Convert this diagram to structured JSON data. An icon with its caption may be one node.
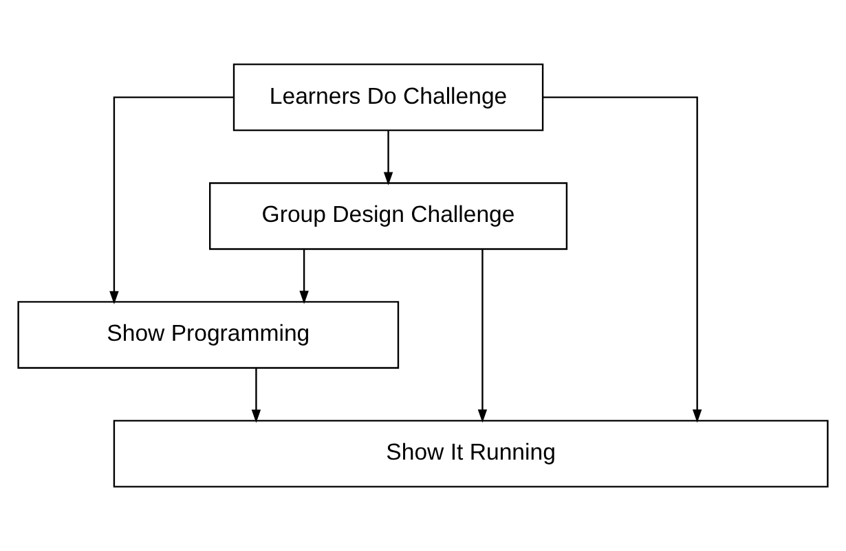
{
  "diagram": {
    "nodes": [
      {
        "text": [
          "Learners Do Challenge"
        ]
      },
      {
        "text": [
          "Group Design Challenge"
        ]
      },
      {
        "text": [
          "Show Programming"
        ]
      },
      {
        "text": [
          "Show It Running"
        ]
      }
    ],
    "edges": [
      {
        "from": 0,
        "to": 1,
        "arrow": "to"
      },
      {
        "from": 0,
        "to": 2,
        "arrow": "to"
      },
      {
        "from": 0,
        "to": 3,
        "arrow": "to"
      },
      {
        "from": 1,
        "to": 2,
        "arrow": "to"
      },
      {
        "from": 1,
        "to": 3,
        "arrow": "to"
      },
      {
        "from": 2,
        "to": 3,
        "arrow": "to"
      }
    ]
  }
}
